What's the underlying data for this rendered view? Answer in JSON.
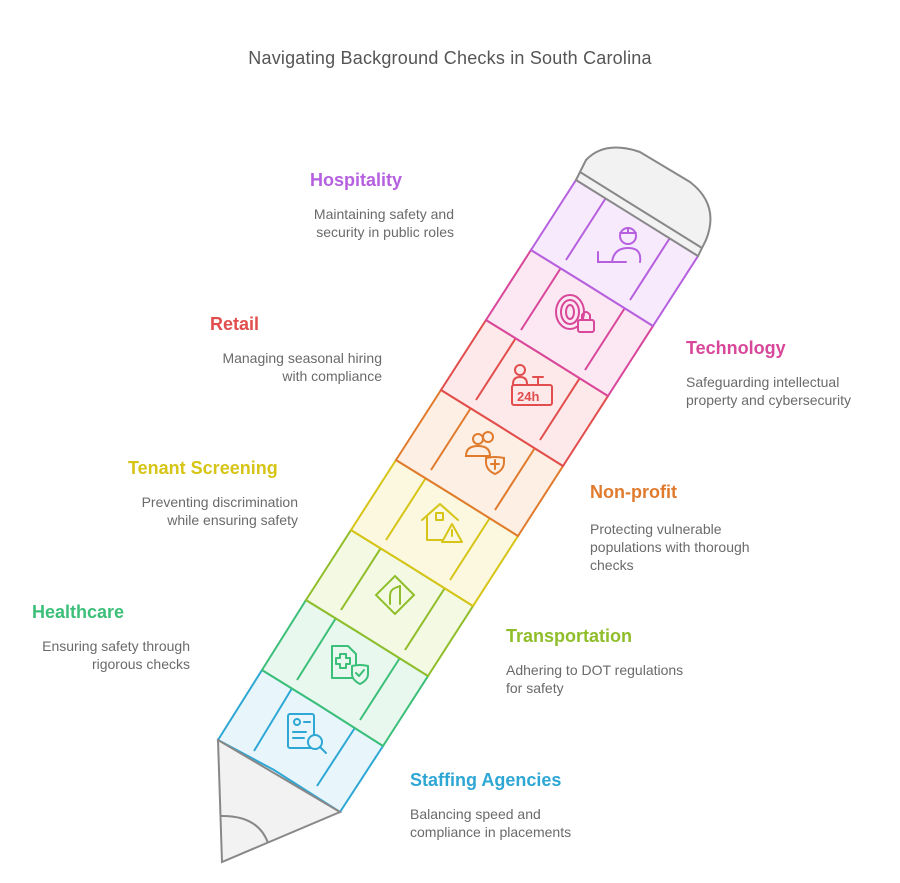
{
  "title": "Navigating Background Checks in South Carolina",
  "segments": [
    {
      "id": "hospitality",
      "label": "Hospitality",
      "desc": "Maintaining safety and\nsecurity in public roles",
      "color": "#b660e0",
      "icon": "security-guard-icon"
    },
    {
      "id": "technology",
      "label": "Technology",
      "desc": "Safeguarding intellectual\nproperty and cybersecurity",
      "color": "#d9479a",
      "icon": "fingerprint-lock-icon"
    },
    {
      "id": "retail",
      "label": "Retail",
      "desc": "Managing seasonal hiring\nwith compliance",
      "color": "#e24d4d",
      "icon": "24h-cashier-icon"
    },
    {
      "id": "non-profit",
      "label": "Non-profit",
      "desc": "Protecting vulnerable\npopulations with thorough\nchecks",
      "color": "#e07b2e",
      "icon": "people-shield-icon"
    },
    {
      "id": "tenant-screening",
      "label": "Tenant Screening",
      "desc": "Preventing discrimination\nwhile ensuring safety",
      "color": "#d6c417",
      "icon": "house-warning-icon"
    },
    {
      "id": "transportation",
      "label": "Transportation",
      "desc": "Adhering to DOT regulations\nfor safety",
      "color": "#8fbe2a",
      "icon": "road-sign-icon"
    },
    {
      "id": "healthcare",
      "label": "Healthcare",
      "desc": "Ensuring safety through\nrigorous checks",
      "color": "#3cbf78",
      "icon": "medical-document-icon"
    },
    {
      "id": "staffing-agencies",
      "label": "Staffing Agencies",
      "desc": "Balancing speed and\ncompliance in placements",
      "color": "#2ea7d4",
      "icon": "resume-search-icon"
    }
  ]
}
